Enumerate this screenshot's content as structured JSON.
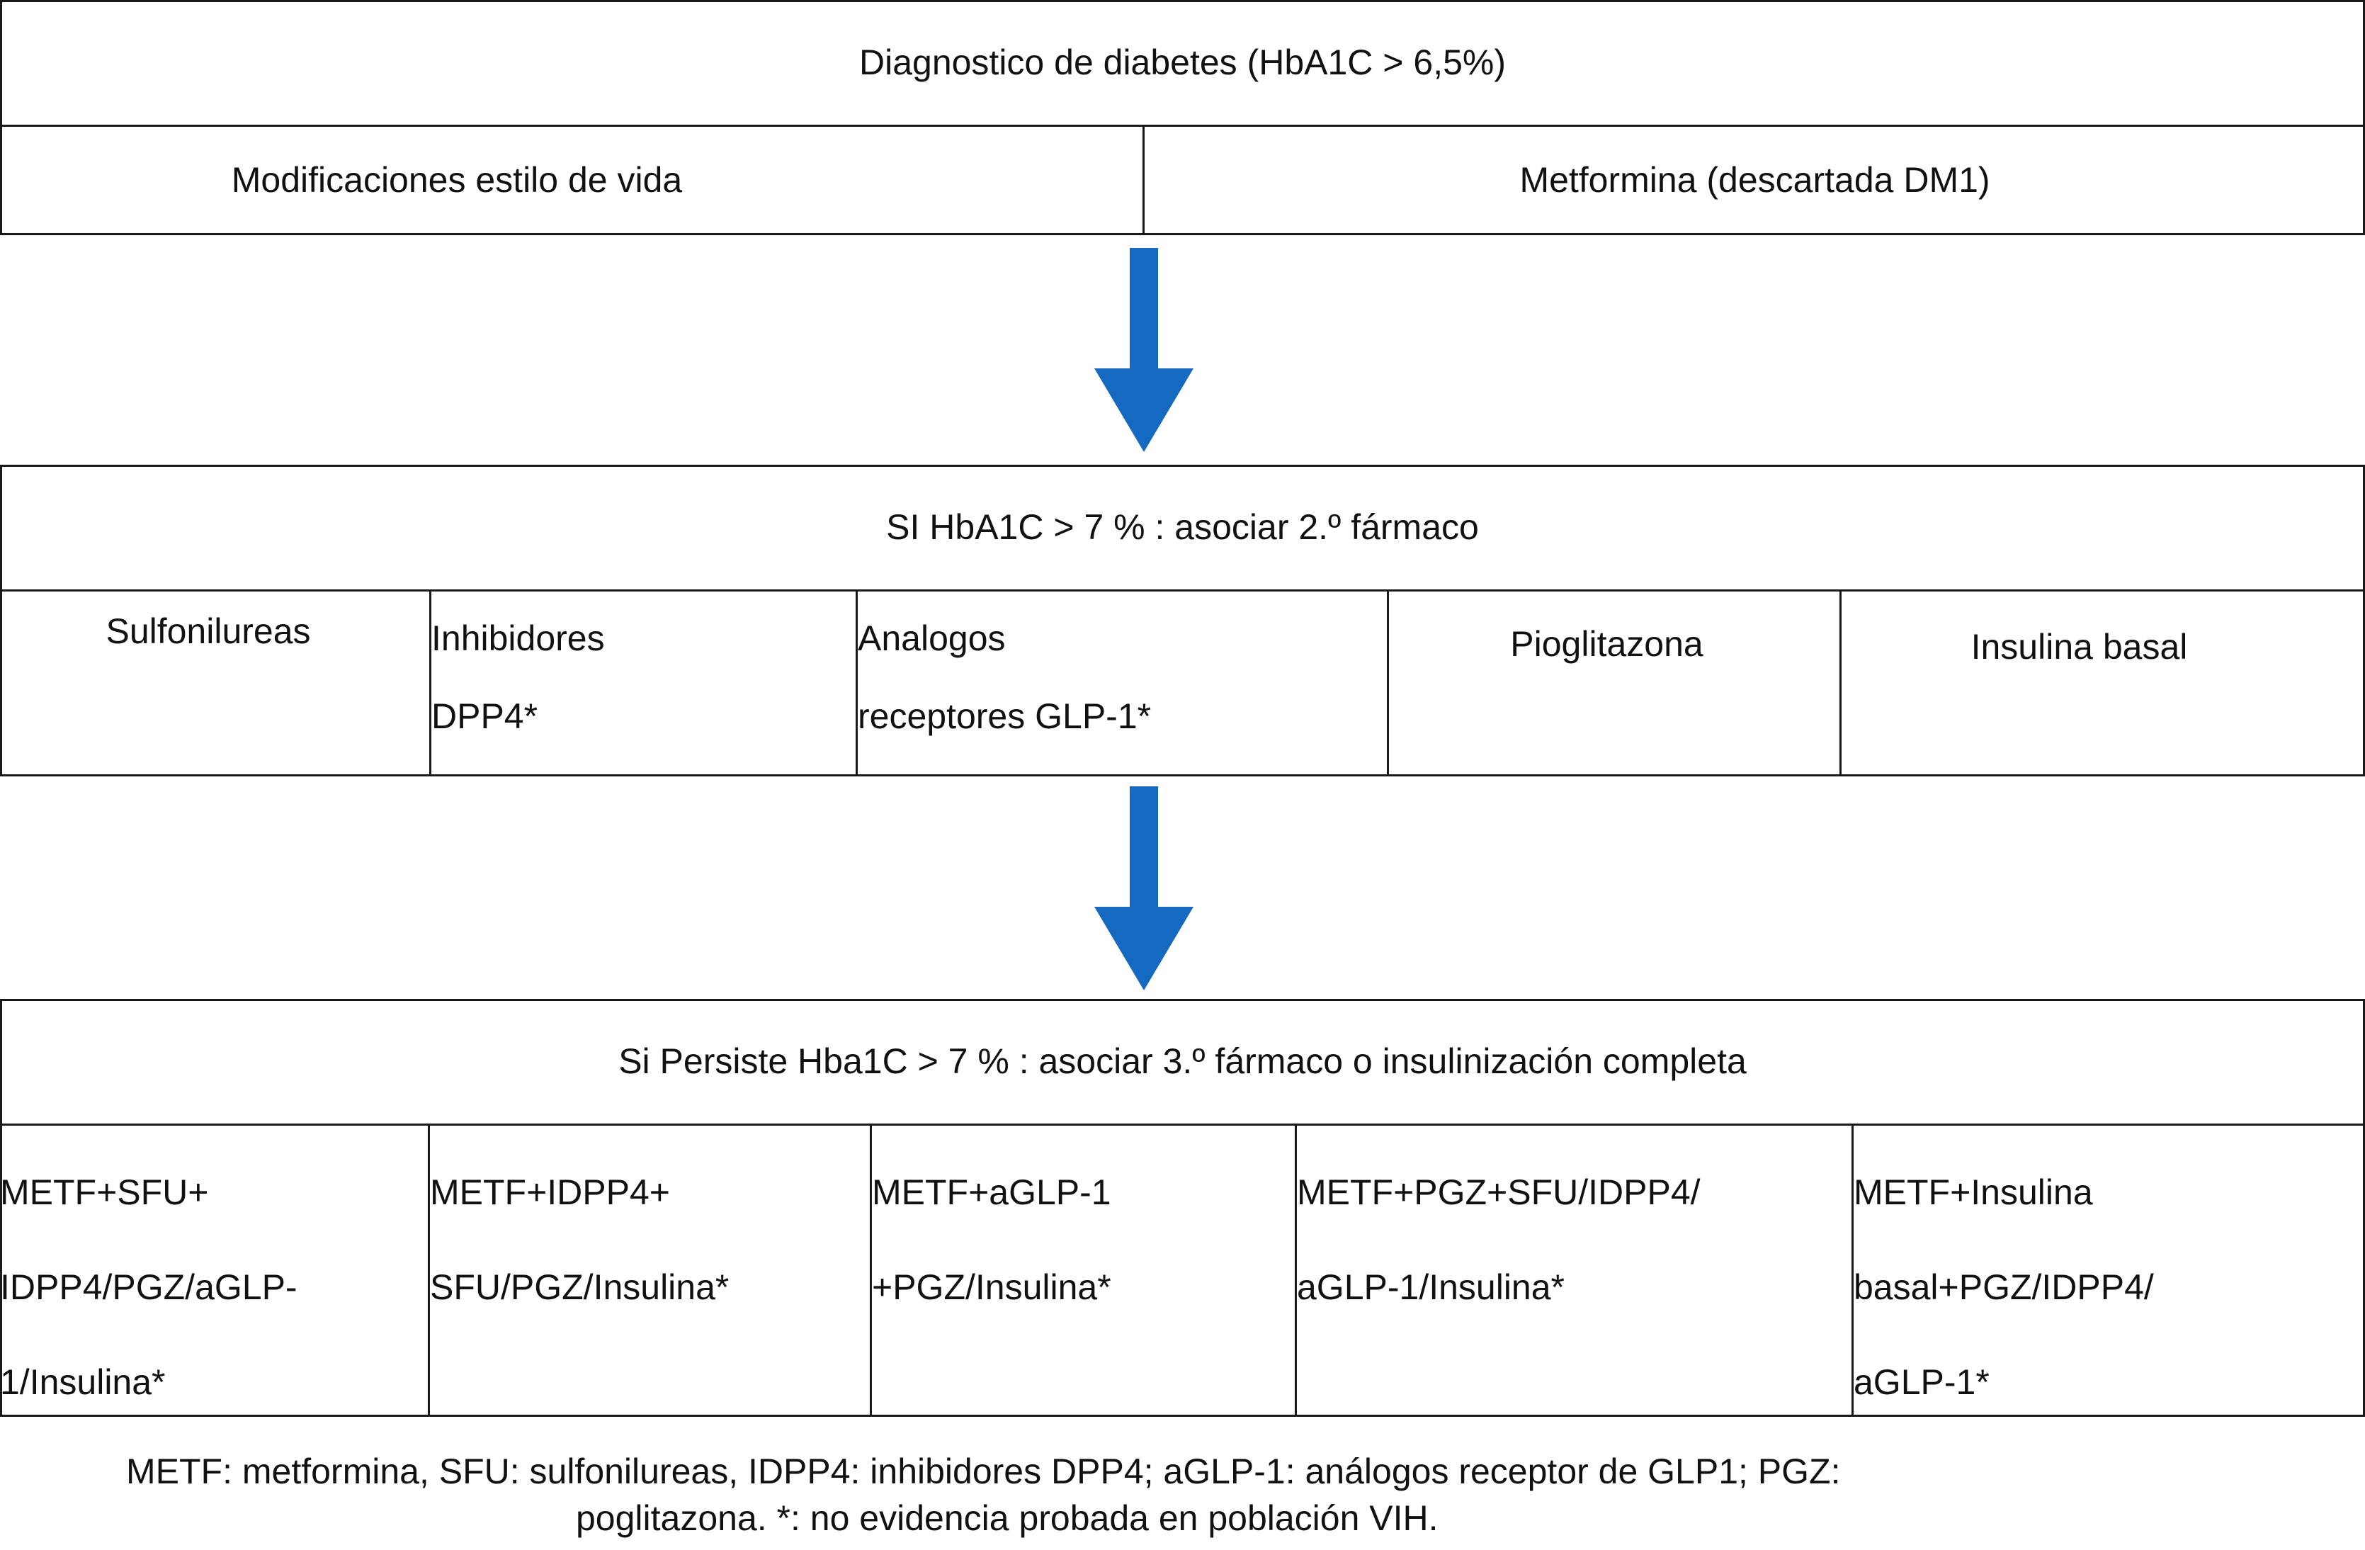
{
  "section1": {
    "header": "Diagnostico de diabetes (HbA1C > 6,5%)",
    "cells": [
      "Modificaciones estilo de vida",
      "Metformina (descartada DM1)"
    ]
  },
  "section2": {
    "header": "SI HbA1C > 7 % : asociar 2.º fármaco",
    "cells": [
      {
        "line1": "Sulfonilureas",
        "line2": ""
      },
      {
        "line1": "Inhibidores",
        "line2": "DPP4*"
      },
      {
        "line1": "Analogos",
        "line2": "receptores GLP-1*"
      },
      {
        "line1": "Pioglitazona",
        "line2": ""
      },
      {
        "line1": "Insulina basal",
        "line2": ""
      }
    ]
  },
  "section3": {
    "header": "Si Persiste Hba1C > 7 % : asociar 3.º fármaco o insulinización completa",
    "cells": [
      {
        "line1": "METF+SFU+",
        "line2": "IDPP4/PGZ/aGLP-",
        "line3": "1/Insulina*"
      },
      {
        "line1": "METF+IDPP4+",
        "line2": "SFU/PGZ/Insulina*",
        "line3": ""
      },
      {
        "line1": "METF+aGLP-1",
        "line2": "+PGZ/Insulina*",
        "line3": ""
      },
      {
        "line1": "METF+PGZ+SFU/IDPP4/",
        "line2": "aGLP-1/Insulina*",
        "line3": ""
      },
      {
        "line1": "METF+Insulina",
        "line2": "basal+PGZ/IDPP4/",
        "line3": "aGLP-1*"
      }
    ]
  },
  "legend": {
    "line1": "METF: metformina, SFU: sulfonilureas, IDPP4: inhibidores DPP4; aGLP-1: análogos receptor de GLP1; PGZ:",
    "line2": "poglitazona.  *: no evidencia probada en población VIH."
  },
  "colors": {
    "arrow": "#1469c0",
    "border": "#1a1a1a"
  },
  "icons": [
    "down-arrow-icon",
    "down-arrow-icon"
  ]
}
